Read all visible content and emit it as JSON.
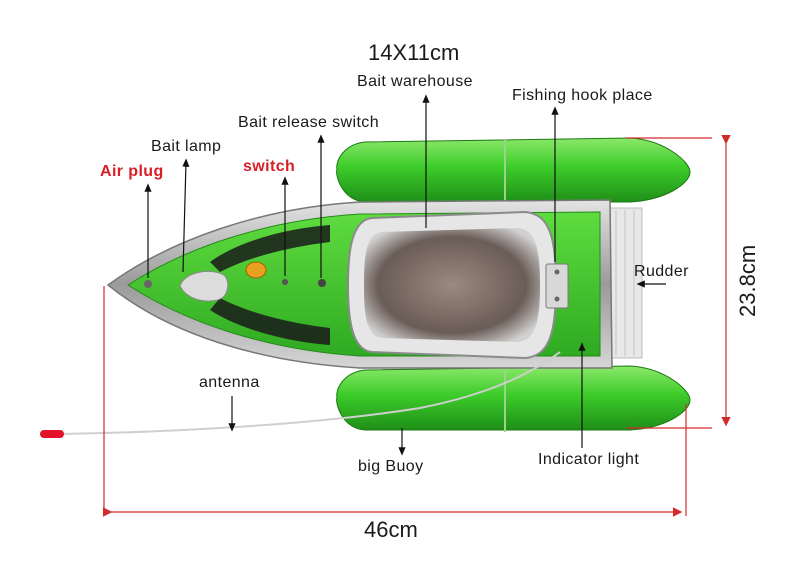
{
  "labels": {
    "bait_warehouse_size": "14X11cm",
    "bait_warehouse": "Bait warehouse",
    "fishing_hook_place": "Fishing hook place",
    "bait_release_switch": "Bait release switch",
    "bait_lamp": "Bait lamp",
    "air_plug": "Air plug",
    "switch": "switch",
    "rudder": "Rudder",
    "antenna": "antenna",
    "big_buoy": "big  Buoy",
    "indicator_light": "Indicator light"
  },
  "dimensions": {
    "length": "46cm",
    "width": "23.8cm"
  },
  "colors": {
    "hull_green": "#3dcc2a",
    "dimension_line": "#d42a2a",
    "label_red": "#d81f26",
    "steel": "#b8b8b8"
  }
}
